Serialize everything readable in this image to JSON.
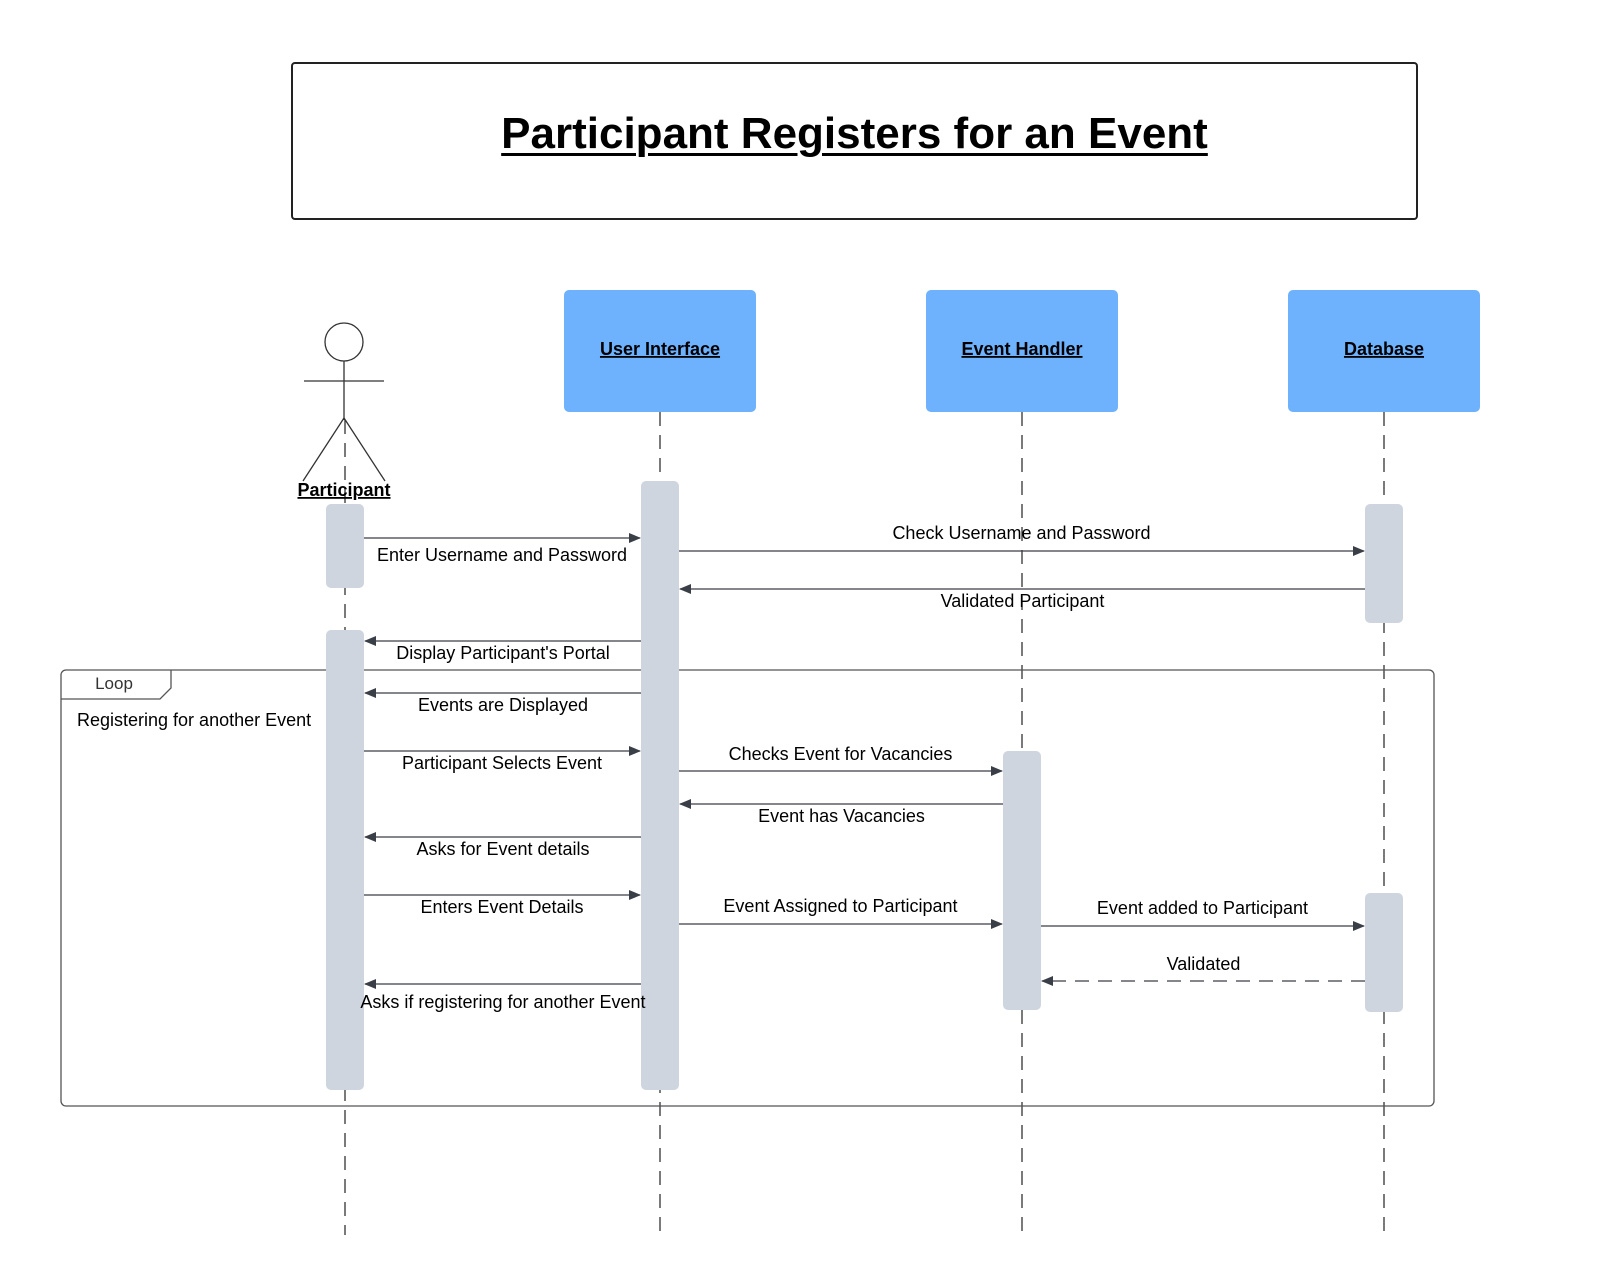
{
  "title": "Participant Registers for an Event",
  "colors": {
    "lifeline_box": "#6eb1fd",
    "activation": "#cfd5de",
    "line": "#333333"
  },
  "actor": {
    "name": "Participant",
    "icon": "stick-figure-icon"
  },
  "participants": [
    {
      "id": "ui",
      "name": "User Interface"
    },
    {
      "id": "eh",
      "name": "Event Handler"
    },
    {
      "id": "db",
      "name": "Database"
    }
  ],
  "loop_fragment": {
    "tag": "Loop",
    "guard": "Registering for another Event"
  },
  "messages": [
    {
      "from": "participant",
      "to": "ui",
      "label": "Enter Username and Password",
      "style": "solid"
    },
    {
      "from": "ui",
      "to": "db",
      "label": "Check Username and Password",
      "style": "solid"
    },
    {
      "from": "db",
      "to": "ui",
      "label": "Validated Participant",
      "style": "solid"
    },
    {
      "from": "ui",
      "to": "participant",
      "label": "Display Participant's Portal",
      "style": "solid"
    },
    {
      "from": "ui",
      "to": "participant",
      "label": "Events are Displayed",
      "style": "solid"
    },
    {
      "from": "participant",
      "to": "ui",
      "label": "Participant Selects Event",
      "style": "solid"
    },
    {
      "from": "ui",
      "to": "eh",
      "label": "Checks Event for Vacancies",
      "style": "solid"
    },
    {
      "from": "eh",
      "to": "ui",
      "label": "Event has Vacancies",
      "style": "solid"
    },
    {
      "from": "ui",
      "to": "participant",
      "label": "Asks for Event details",
      "style": "solid"
    },
    {
      "from": "participant",
      "to": "ui",
      "label": "Enters Event Details",
      "style": "solid"
    },
    {
      "from": "ui",
      "to": "eh",
      "label": "Event Assigned to Participant",
      "style": "solid"
    },
    {
      "from": "eh",
      "to": "db",
      "label": "Event added to Participant",
      "style": "solid"
    },
    {
      "from": "db",
      "to": "eh",
      "label": "Validated",
      "style": "dashed"
    },
    {
      "from": "ui",
      "to": "participant",
      "label": "Asks if registering for another Event",
      "style": "solid"
    }
  ]
}
